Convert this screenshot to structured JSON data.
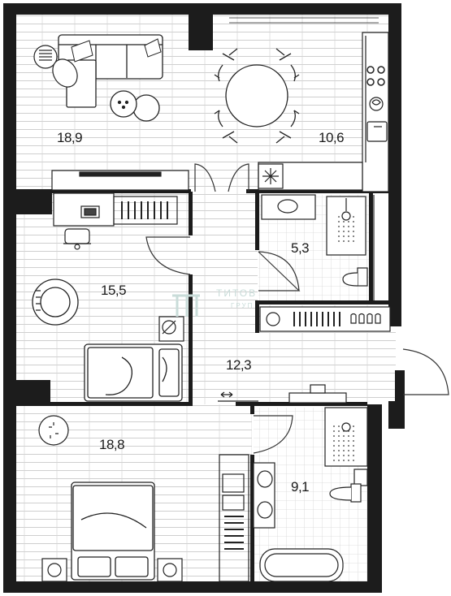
{
  "rooms": {
    "living": {
      "area": "18,9"
    },
    "kitchen": {
      "area": "10,6"
    },
    "bathroom_small": {
      "area": "5,3"
    },
    "bedroom_1": {
      "area": "15,5"
    },
    "hall": {
      "area": "12,3"
    },
    "bedroom_2": {
      "area": "18,8"
    },
    "bathroom_large": {
      "area": "9,1"
    }
  },
  "watermark": {
    "brand": "ТИТОВ",
    "sub": "ГРУП"
  },
  "colors": {
    "wall": "#1c1c1c",
    "floor_line": "#c8c8c8",
    "furniture": "#2a2a2a",
    "watermark": "#c9dcd9"
  }
}
